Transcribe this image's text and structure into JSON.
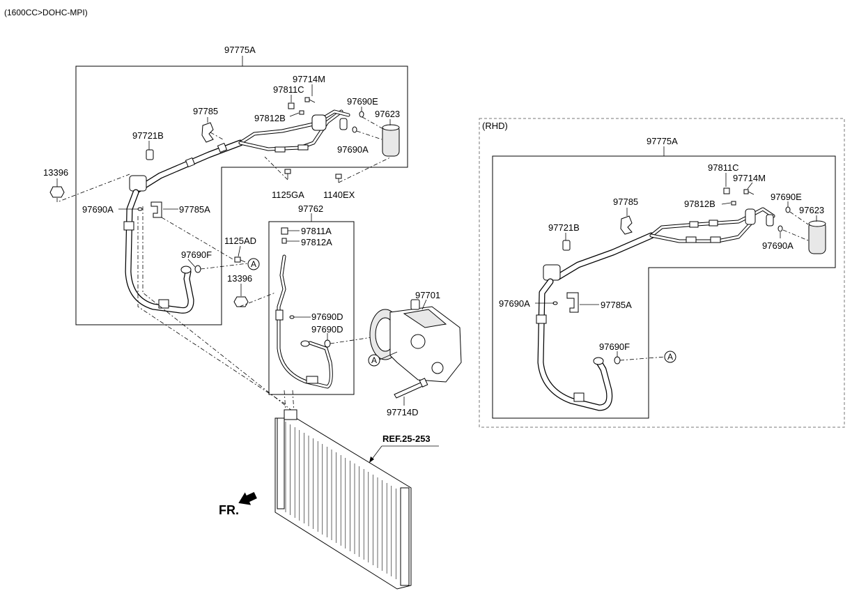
{
  "header": {
    "engine": "(1600CC>DOHC-MPI)"
  },
  "main": {
    "assembly_label": "97775A",
    "labels": {
      "p97714M": "97714M",
      "p97811C": "97811C",
      "p97785": "97785",
      "p97690E": "97690E",
      "p97812B": "97812B",
      "p97623": "97623",
      "p97721B": "97721B",
      "p97690A_right": "97690A",
      "p13396_top": "13396",
      "p1125GA": "1125GA",
      "p1140EX": "1140EX",
      "p97690A_left": "97690A",
      "p97785A": "97785A",
      "p1125AD": "1125AD",
      "p97690F": "97690F",
      "p13396_mid": "13396",
      "circle_a_1": "A"
    }
  },
  "discharge": {
    "assembly_label": "97762",
    "labels": {
      "p97811A": "97811A",
      "p97812A": "97812A",
      "p97690D_1": "97690D",
      "p97690D_2": "97690D"
    }
  },
  "compressor": {
    "labels": {
      "p97701": "97701",
      "p97714D": "97714D",
      "circle_a": "A"
    }
  },
  "condenser": {
    "ref": "REF.25-253",
    "front_arrow": "FR."
  },
  "rhd": {
    "title": "(RHD)",
    "assembly_label": "97775A",
    "labels": {
      "p97811C": "97811C",
      "p97714M": "97714M",
      "p97785": "97785",
      "p97690E": "97690E",
      "p97812B": "97812B",
      "p97623": "97623",
      "p97721B": "97721B",
      "p97690A_right": "97690A",
      "p97690A_left": "97690A",
      "p97785A": "97785A",
      "p97690F": "97690F",
      "circle_a": "A"
    }
  }
}
